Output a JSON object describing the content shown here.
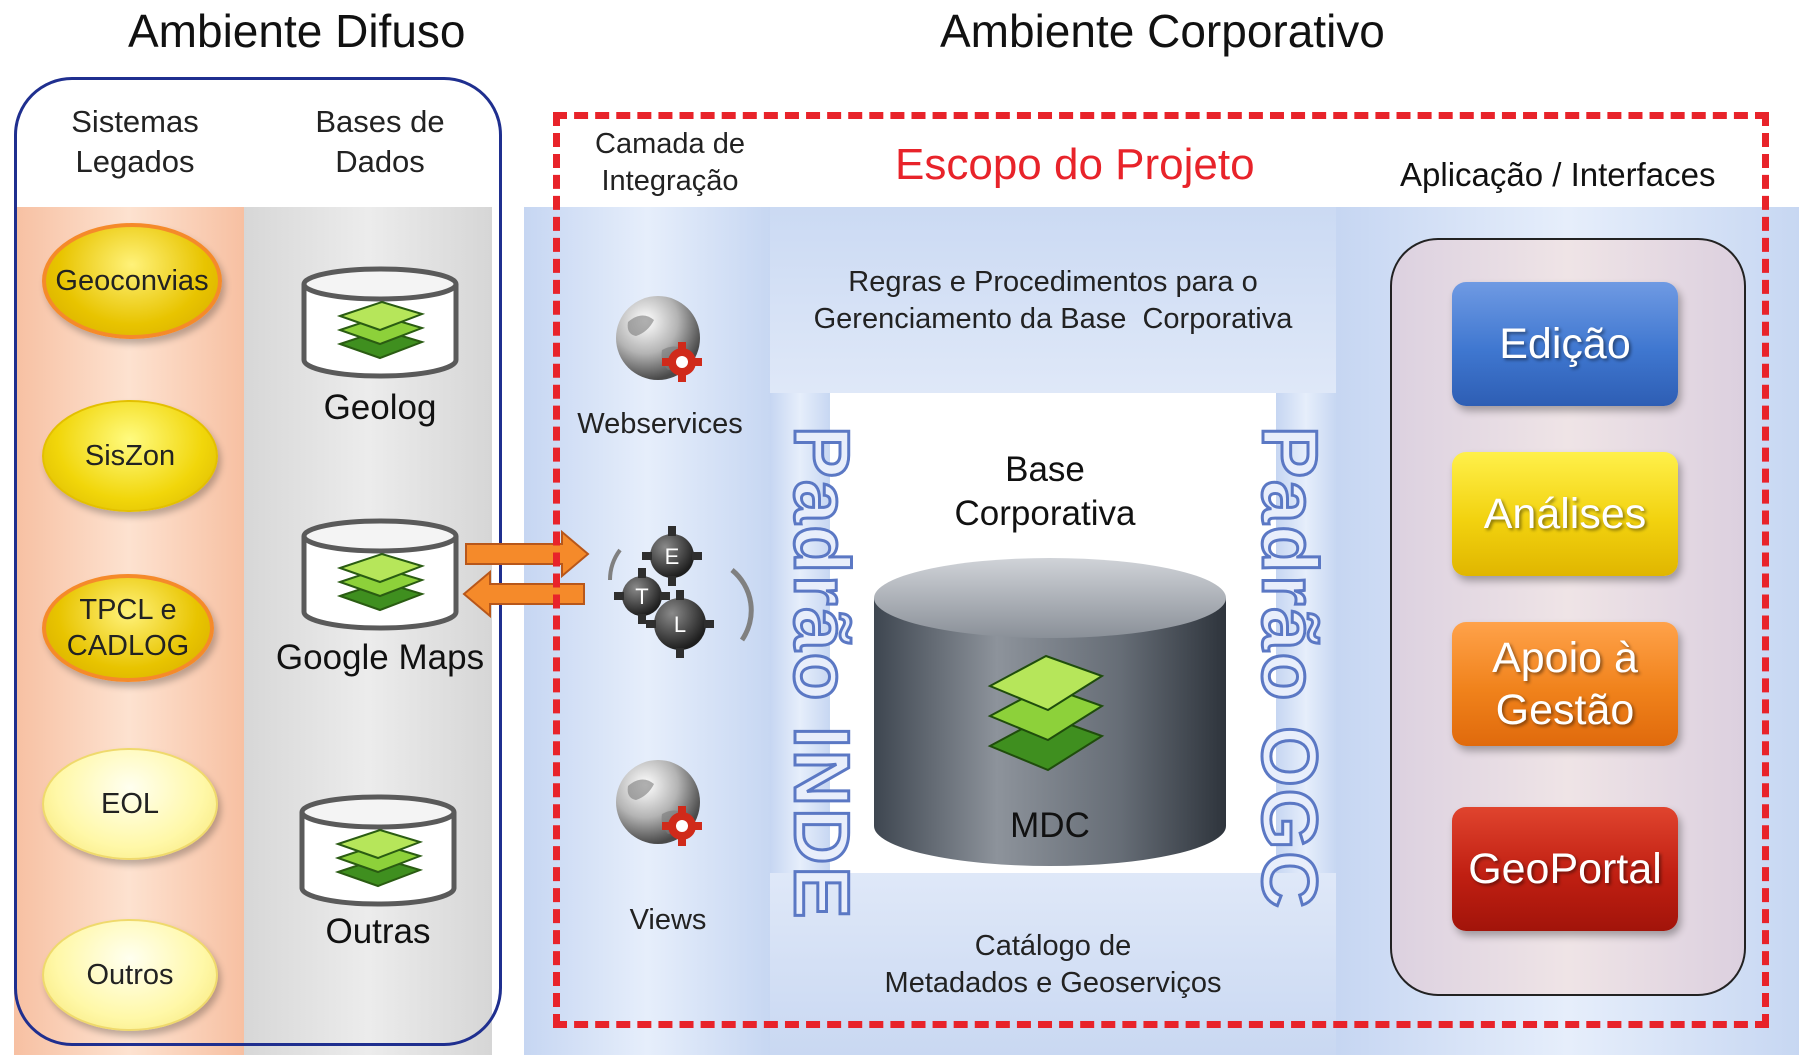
{
  "headers": {
    "diffuse": "Ambiente Difuso",
    "corporate": "Ambiente Corporativo"
  },
  "diffuse": {
    "legacy_header": [
      "Sistemas",
      "Legados"
    ],
    "db_header": [
      "Bases de",
      "Dados"
    ],
    "legacy_systems": [
      "Geoconvias",
      "SisZon",
      "TPCL e CADLOG",
      "EOL",
      "Outros"
    ],
    "databases": [
      "Geolog",
      "Google Maps",
      "Outras"
    ]
  },
  "corporate": {
    "scope_title": "Escopo do Projeto",
    "integration_header": [
      "Camada de",
      "Integração"
    ],
    "apps_header": "Aplicação / Interfaces",
    "integration_items": {
      "webservices": "Webservices",
      "etl_letters": [
        "E",
        "T",
        "L"
      ],
      "views": "Views"
    },
    "rules": [
      "Regras e Procedimentos para o",
      "Gerenciamento da Base  Corporativa"
    ],
    "base_title": [
      "Base",
      "Corporativa"
    ],
    "db_label": "MDC",
    "catalog": [
      "Catálogo de",
      "Metadados e Geoserviços"
    ],
    "standard_left": "Padrão INDE",
    "standard_right": "Padrão OGC",
    "apps": [
      "Edição",
      "Análises",
      "Apoio à Gestão",
      "GeoPortal"
    ]
  },
  "colors": {
    "scope_red": "#e8232a",
    "frame_blue": "#1f2f8f",
    "arrow_orange": "#f58a2a",
    "edicao": "#3f77d0",
    "analises": "#f2d20f",
    "apoio": "#f0821b",
    "geoportal": "#c01f12"
  }
}
